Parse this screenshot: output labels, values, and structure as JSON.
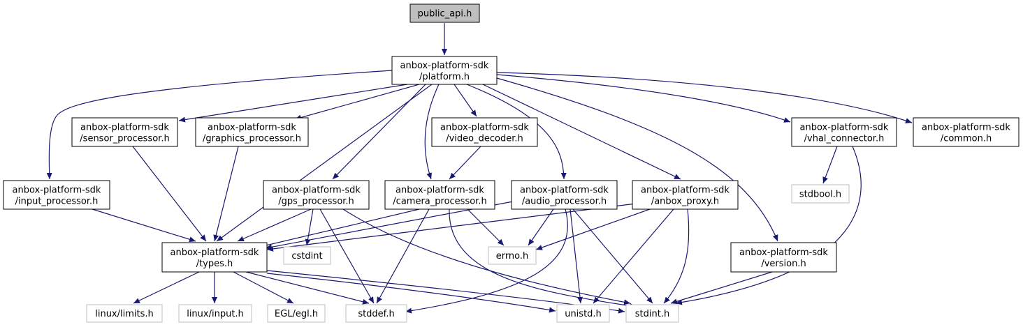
{
  "colors": {
    "edge": "#191970",
    "node_border": "#000000",
    "external_border": "#bfbfbf",
    "root_fill": "#bfbfbf",
    "node_fill": "#ffffff",
    "text": "#000000"
  },
  "nodes": {
    "public_api": {
      "lines": [
        "public_api.h"
      ]
    },
    "platform": {
      "lines": [
        "anbox-platform-sdk",
        "/platform.h"
      ]
    },
    "sensor": {
      "lines": [
        "anbox-platform-sdk",
        "/sensor_processor.h"
      ]
    },
    "graphics": {
      "lines": [
        "anbox-platform-sdk",
        "/graphics_processor.h"
      ]
    },
    "video": {
      "lines": [
        "anbox-platform-sdk",
        "/video_decoder.h"
      ]
    },
    "vhal": {
      "lines": [
        "anbox-platform-sdk",
        "/vhal_connector.h"
      ]
    },
    "common": {
      "lines": [
        "anbox-platform-sdk",
        "/common.h"
      ]
    },
    "input": {
      "lines": [
        "anbox-platform-sdk",
        "/input_processor.h"
      ]
    },
    "gps": {
      "lines": [
        "anbox-platform-sdk",
        "/gps_processor.h"
      ]
    },
    "camera": {
      "lines": [
        "anbox-platform-sdk",
        "/camera_processor.h"
      ]
    },
    "audio": {
      "lines": [
        "anbox-platform-sdk",
        "/audio_processor.h"
      ]
    },
    "proxy": {
      "lines": [
        "anbox-platform-sdk",
        "/anbox_proxy.h"
      ]
    },
    "stdbool": {
      "lines": [
        "stdbool.h"
      ]
    },
    "types": {
      "lines": [
        "anbox-platform-sdk",
        "/types.h"
      ]
    },
    "cstdint": {
      "lines": [
        "cstdint"
      ]
    },
    "errno": {
      "lines": [
        "errno.h"
      ]
    },
    "version": {
      "lines": [
        "anbox-platform-sdk",
        "/version.h"
      ]
    },
    "limits": {
      "lines": [
        "linux/limits.h"
      ]
    },
    "linput": {
      "lines": [
        "linux/input.h"
      ]
    },
    "egl": {
      "lines": [
        "EGL/egl.h"
      ]
    },
    "stddef": {
      "lines": [
        "stddef.h"
      ]
    },
    "unistd": {
      "lines": [
        "unistd.h"
      ]
    },
    "stdint": {
      "lines": [
        "stdint.h"
      ]
    }
  }
}
